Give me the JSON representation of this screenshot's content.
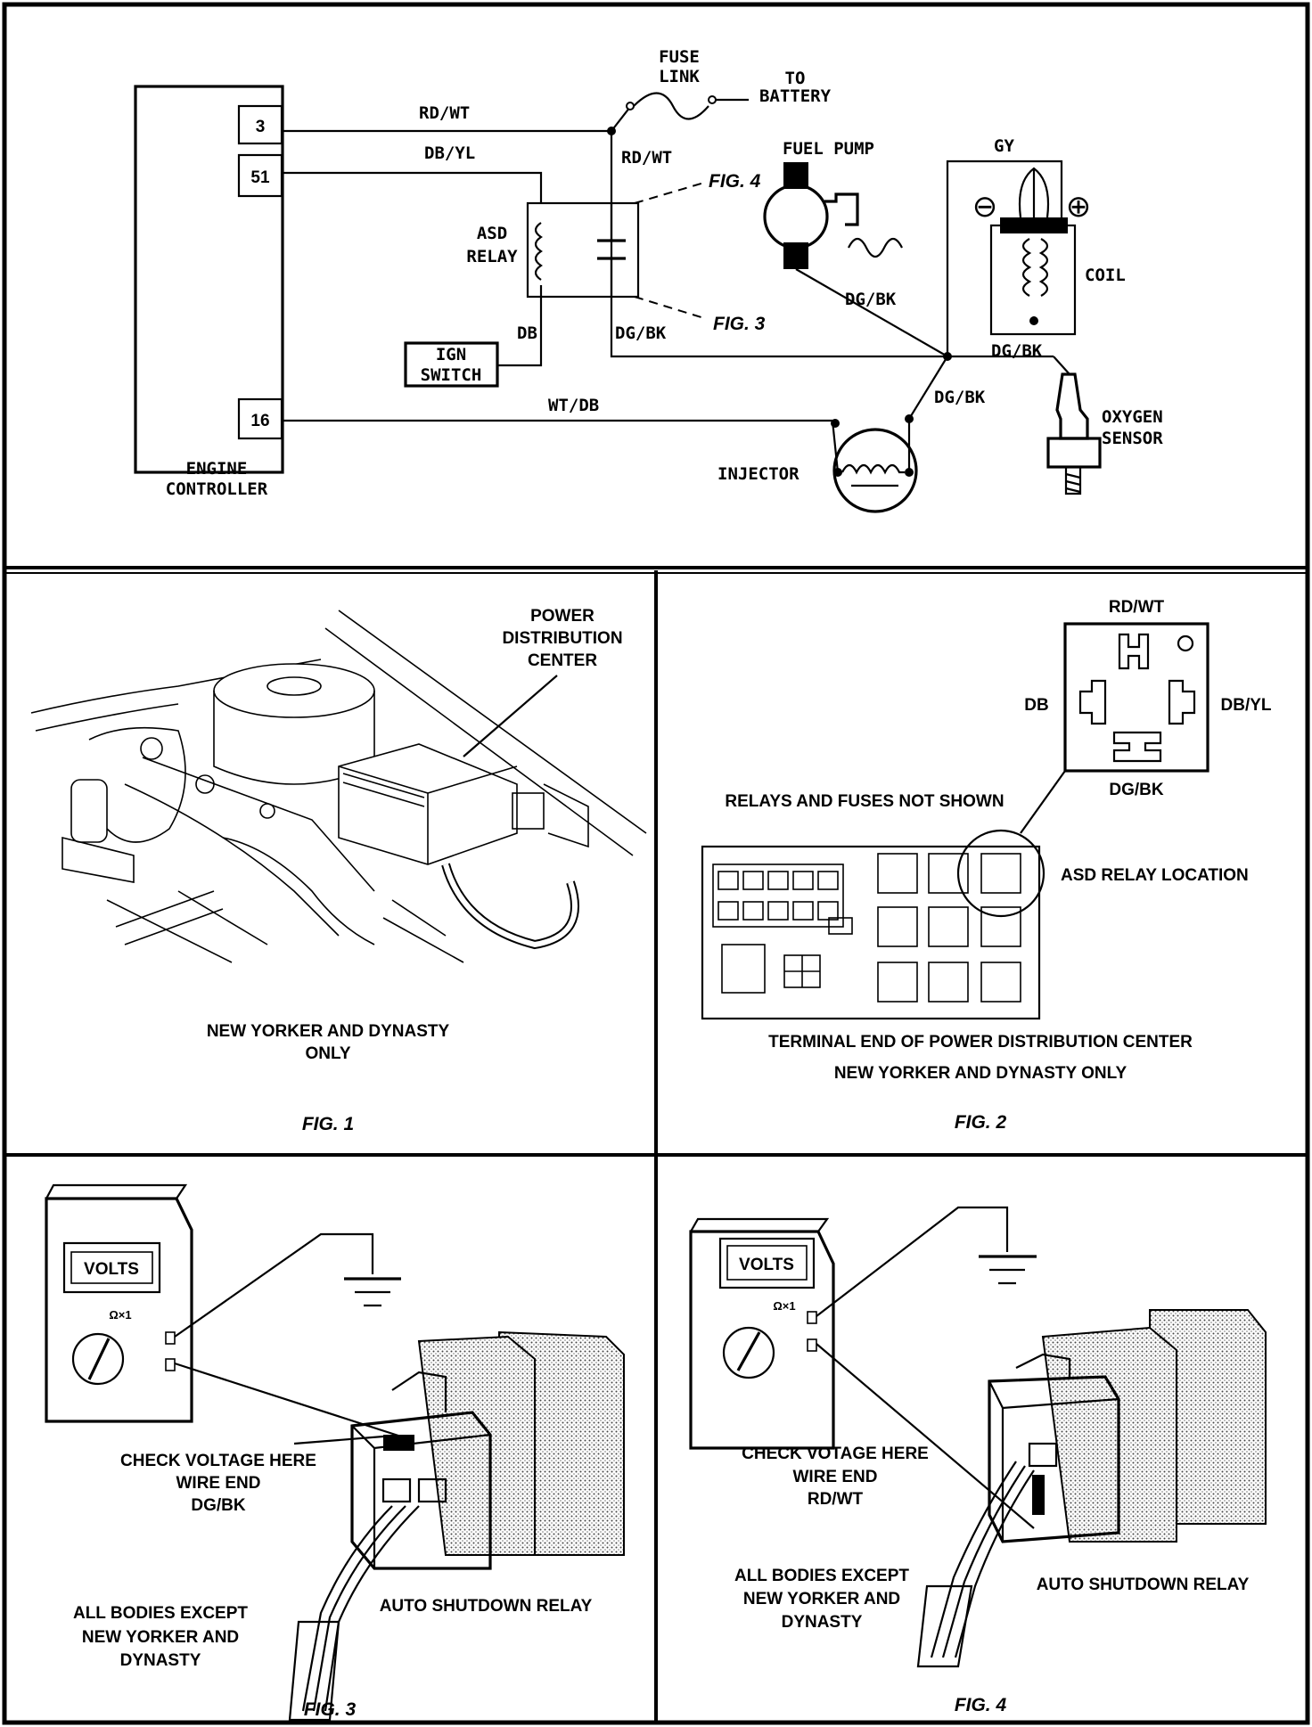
{
  "schematic": {
    "controller_label": [
      "ENGINE",
      "CONTROLLER"
    ],
    "pins": [
      "3",
      "51",
      "16"
    ],
    "fuse_link": [
      "FUSE",
      "LINK"
    ],
    "to_battery": [
      "TO",
      "BATTERY"
    ],
    "wires": {
      "rd_wt": "RD/WT",
      "db_yl": "DB/YL",
      "rd_wt_vertical": "RD/WT",
      "db": "DB",
      "dg_bk_relay": "DG/BK",
      "wt_db": "WT/DB",
      "dg_bk_pump": "DG/BK",
      "dg_bk_injector": "DG/BK",
      "dg_bk_sensor": "DG/BK",
      "gy": "GY"
    },
    "asd_relay": [
      "ASD",
      "RELAY"
    ],
    "ign_switch": [
      "IGN",
      "SWITCH"
    ],
    "fuel_pump": "FUEL PUMP",
    "coil": "COIL",
    "oxygen_sensor": [
      "OXYGEN",
      "SENSOR"
    ],
    "injector": "INJECTOR",
    "fig4_ref": "FIG. 4",
    "fig3_ref": "FIG. 3",
    "minus": "⊖",
    "plus": "⊕"
  },
  "fig1": {
    "callout": [
      "POWER",
      "DISTRIBUTION",
      "CENTER"
    ],
    "note": [
      "NEW YORKER AND DYNASTY",
      "ONLY"
    ],
    "caption": "FIG. 1"
  },
  "fig2": {
    "terminals": {
      "top": "RD/WT",
      "left": "DB",
      "right": "DB/YL",
      "bottom": "DG/BK"
    },
    "relays_note": "RELAYS AND FUSES NOT SHOWN",
    "asd_location": "ASD RELAY LOCATION",
    "note": [
      "TERMINAL END OF POWER DISTRIBUTION CENTER",
      "NEW YORKER AND DYNASTY ONLY"
    ],
    "caption": "FIG. 2"
  },
  "fig3": {
    "meter_display": "VOLTS",
    "meter_range": "Ω×1",
    "check": [
      "CHECK VOLTAGE HERE",
      "WIRE END",
      "DG/BK"
    ],
    "relay_label": "AUTO SHUTDOWN RELAY",
    "bodies": [
      "ALL BODIES EXCEPT",
      "NEW YORKER AND",
      "DYNASTY"
    ],
    "caption": "FIG. 3"
  },
  "fig4": {
    "meter_display": "VOLTS",
    "meter_range": "Ω×1",
    "check": [
      "CHECK VOTAGE HERE",
      "WIRE END",
      "RD/WT"
    ],
    "relay_label": "AUTO SHUTDOWN RELAY",
    "bodies": [
      "ALL BODIES EXCEPT",
      "NEW YORKER AND",
      "DYNASTY"
    ],
    "caption": "FIG. 4"
  }
}
